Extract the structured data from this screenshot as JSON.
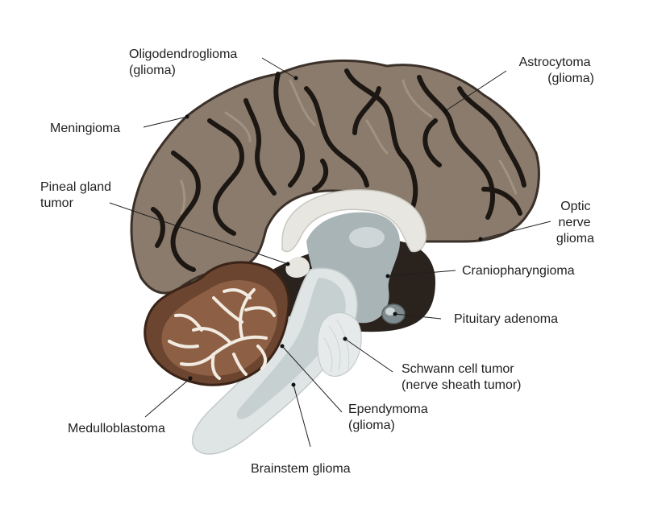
{
  "labels": {
    "oligodendroglioma": [
      "Oligodendroglioma",
      "(glioma)"
    ],
    "astrocytoma": [
      "Astrocytoma",
      "(glioma)"
    ],
    "meningioma": [
      "Meningioma"
    ],
    "pineal": [
      "Pineal gland",
      "tumor"
    ],
    "optic": [
      "Optic",
      "nerve",
      "glioma"
    ],
    "cranio": [
      "Craniopharyngioma"
    ],
    "pituitary": [
      "Pituitary adenoma"
    ],
    "schwann": [
      "Schwann cell tumor",
      "(nerve sheath tumor)"
    ],
    "ependymoma": [
      "Ependymoma",
      "(glioma)"
    ],
    "medullo": [
      "Medulloblastoma"
    ],
    "brainstem": [
      "Brainstem glioma"
    ]
  },
  "colors": {
    "cortex": "#8a7b6c",
    "cortex_dark": "#3b3129",
    "sulcus": "#1c1712",
    "cerebellum": "#6b4530",
    "cerebellum_dark": "#3a2317",
    "arbor": "#f2ebe1",
    "midbrain": "#a9b4b6",
    "stem_light": "#dfe4e4",
    "callosum": "#e8e6e0",
    "shadow": "#2a221c"
  }
}
